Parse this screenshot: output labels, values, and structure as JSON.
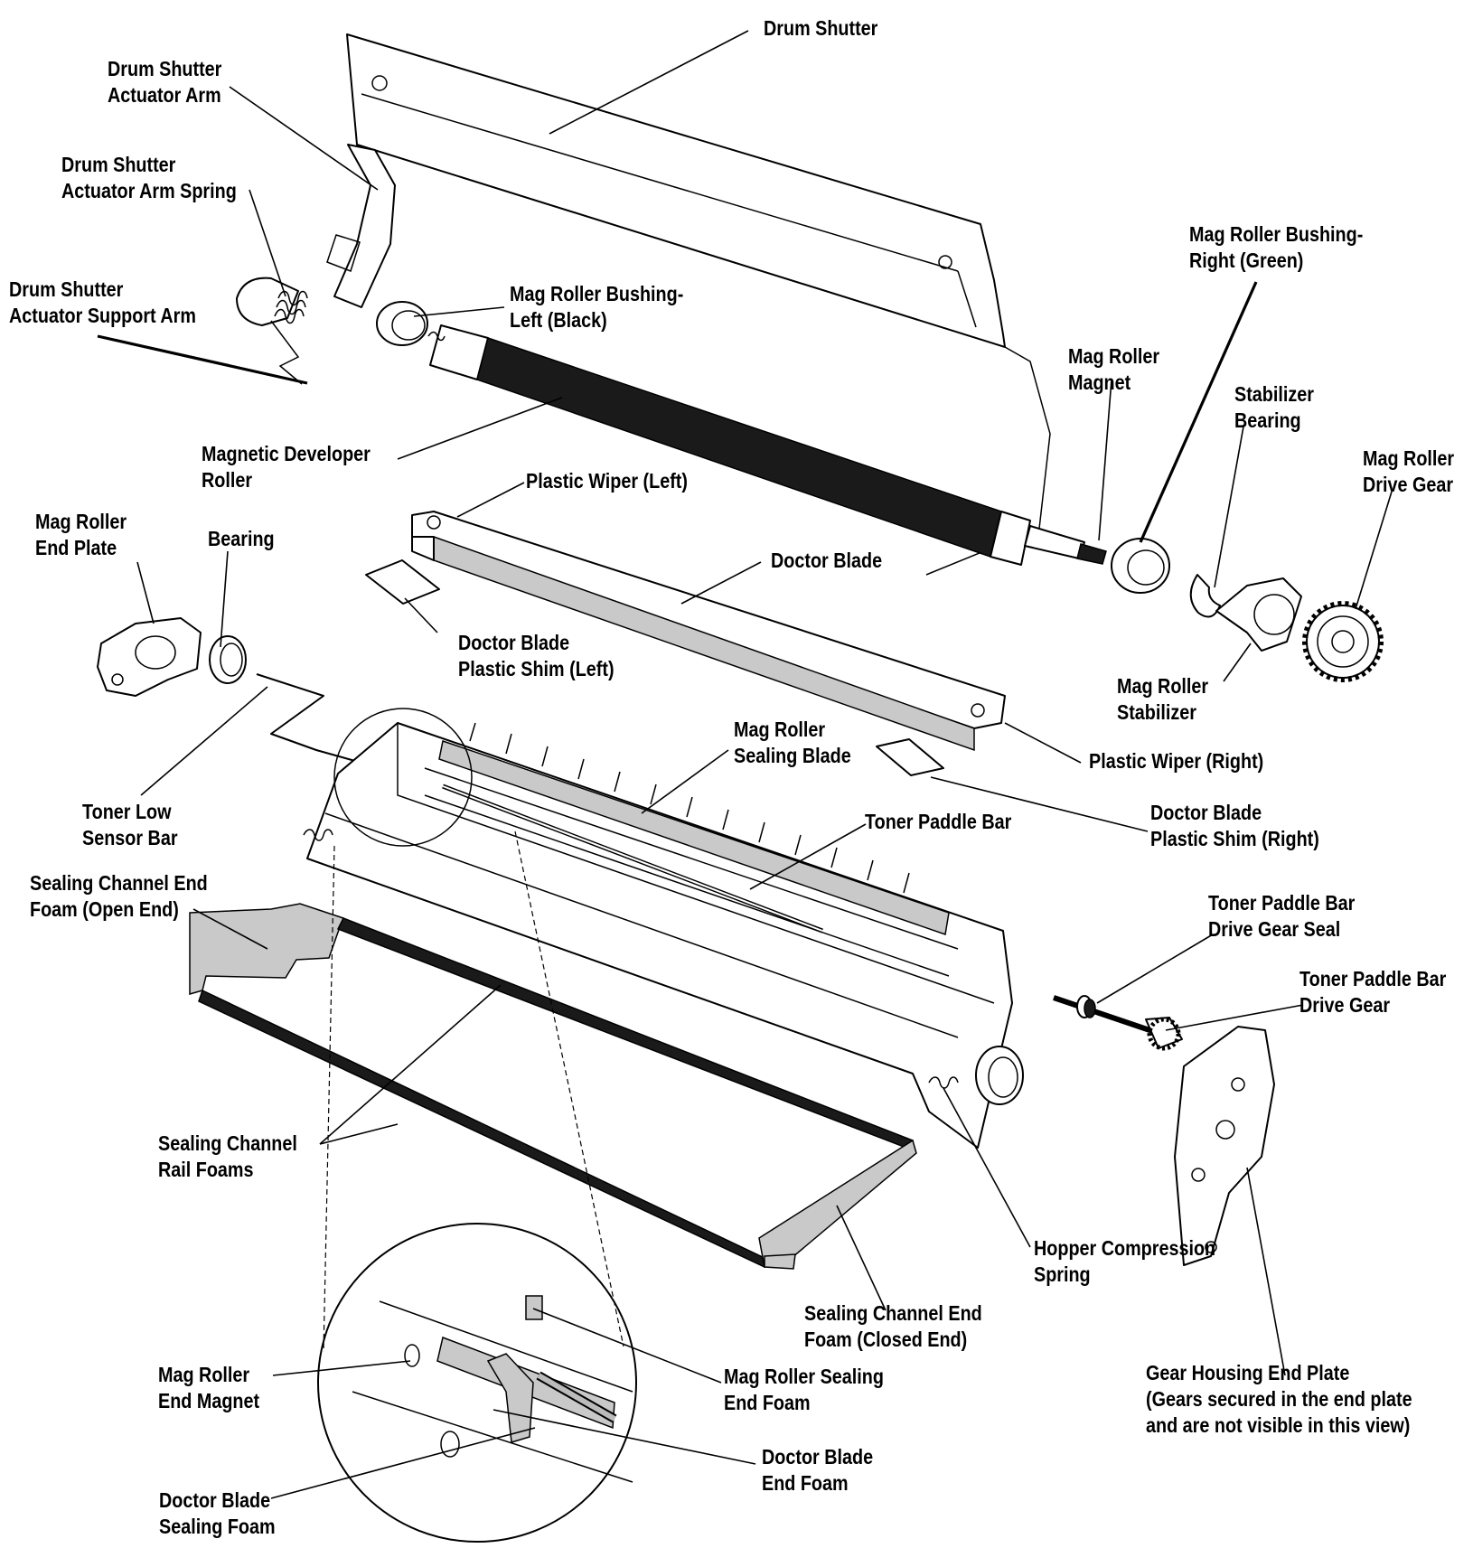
{
  "labels": {
    "drum_shutter": "Drum Shutter",
    "drum_shutter_actuator_arm": [
      "Drum Shutter",
      "Actuator Arm"
    ],
    "drum_shutter_actuator_arm_spring": [
      "Drum Shutter",
      "Actuator Arm Spring"
    ],
    "drum_shutter_actuator_support_arm": [
      "Drum Shutter",
      "Actuator Support Arm"
    ],
    "mag_roller_bushing_left": [
      "Mag Roller Bushing-",
      "Left (Black)"
    ],
    "mag_roller_bushing_right": [
      "Mag Roller Bushing-",
      "Right (Green)"
    ],
    "mag_roller_magnet": [
      "Mag Roller",
      "Magnet"
    ],
    "stabilizer_bearing": [
      "Stabilizer",
      "Bearing"
    ],
    "mag_roller_drive_gear": [
      "Mag Roller",
      "Drive Gear"
    ],
    "magnetic_developer_roller": [
      "Magnetic Developer",
      "Roller"
    ],
    "plastic_wiper_left": "Plastic Wiper (Left)",
    "mag_roller_end_plate": [
      "Mag Roller",
      "End Plate"
    ],
    "bearing": "Bearing",
    "doctor_blade": "Doctor Blade",
    "doctor_blade_plastic_shim_left": [
      "Doctor Blade",
      "Plastic Shim (Left)"
    ],
    "mag_roller_stabilizer": [
      "Mag Roller",
      "Stabilizer"
    ],
    "mag_roller_sealing_blade": [
      "Mag Roller",
      "Sealing Blade"
    ],
    "plastic_wiper_right": "Plastic Wiper (Right)",
    "toner_low_sensor_bar": [
      "Toner Low",
      "Sensor Bar"
    ],
    "doctor_blade_plastic_shim_right": [
      "Doctor Blade",
      "Plastic Shim (Right)"
    ],
    "toner_paddle_bar": "Toner Paddle Bar",
    "sealing_channel_end_foam_open": [
      "Sealing Channel End",
      "Foam (Open End)"
    ],
    "toner_paddle_bar_drive_gear_seal": [
      "Toner Paddle Bar",
      "Drive Gear Seal"
    ],
    "toner_paddle_bar_drive_gear": [
      "Toner Paddle Bar",
      "Drive Gear"
    ],
    "sealing_channel_rail_foams": [
      "Sealing Channel",
      "Rail Foams"
    ],
    "hopper_compression_spring": [
      "Hopper Compression",
      "Spring"
    ],
    "sealing_channel_end_foam_closed": [
      "Sealing Channel End",
      "Foam (Closed End)"
    ],
    "gear_housing_end_plate": [
      "Gear Housing End Plate",
      "(Gears secured in the end plate",
      "and are not visible in this view)"
    ],
    "mag_roller_end_magnet": [
      "Mag Roller",
      "End Magnet"
    ],
    "mag_roller_sealing_end_foam": [
      "Mag Roller Sealing",
      "End Foam"
    ],
    "doctor_blade_end_foam": [
      "Doctor Blade",
      "End Foam"
    ],
    "doctor_blade_sealing_foam": [
      "Doctor Blade",
      "Sealing Foam"
    ]
  }
}
